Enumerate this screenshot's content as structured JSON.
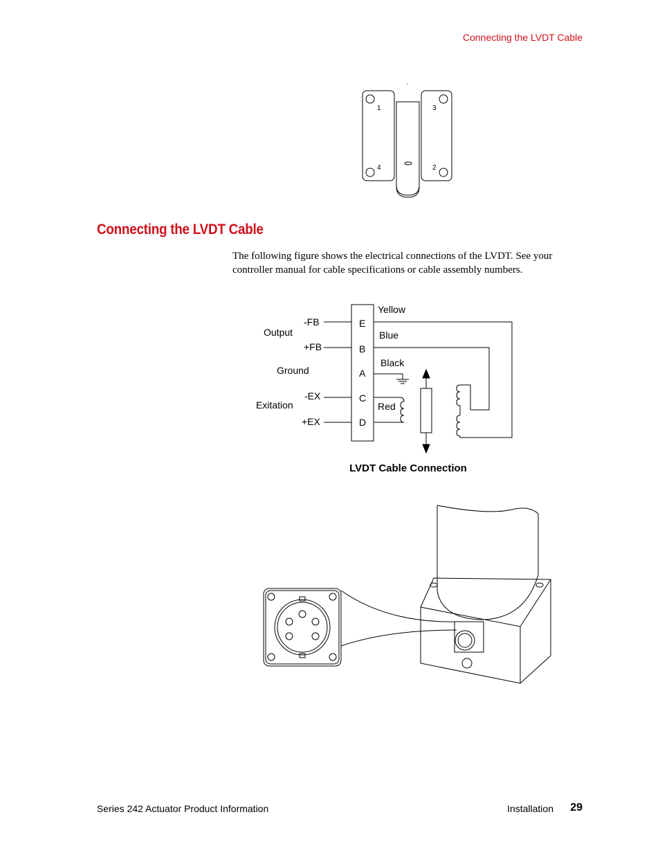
{
  "header": {
    "section": "Connecting the LVDT Cable"
  },
  "figure1": {
    "hole_labels": [
      "1",
      "3",
      "4",
      "2"
    ],
    "dot": "."
  },
  "section": {
    "title": "Connecting the LVDT Cable",
    "paragraph": "The following figure shows the electrical connections of the LVDT. See your controller manual for cable specifications or cable assembly numbers."
  },
  "lvdt_diagram": {
    "pins": [
      "E",
      "B",
      "A",
      "C",
      "D"
    ],
    "signals": [
      "-FB",
      "+FB",
      "-EX",
      "+EX"
    ],
    "groups": {
      "output": "Output",
      "ground": "Ground",
      "excitation": "Exitation"
    },
    "wires": [
      "Yellow",
      "Blue",
      "Black",
      "Red"
    ],
    "caption": "LVDT Cable Connection"
  },
  "footer": {
    "doc_title": "Series 242 Actuator Product Information",
    "chapter": "Installation",
    "page": "29"
  }
}
